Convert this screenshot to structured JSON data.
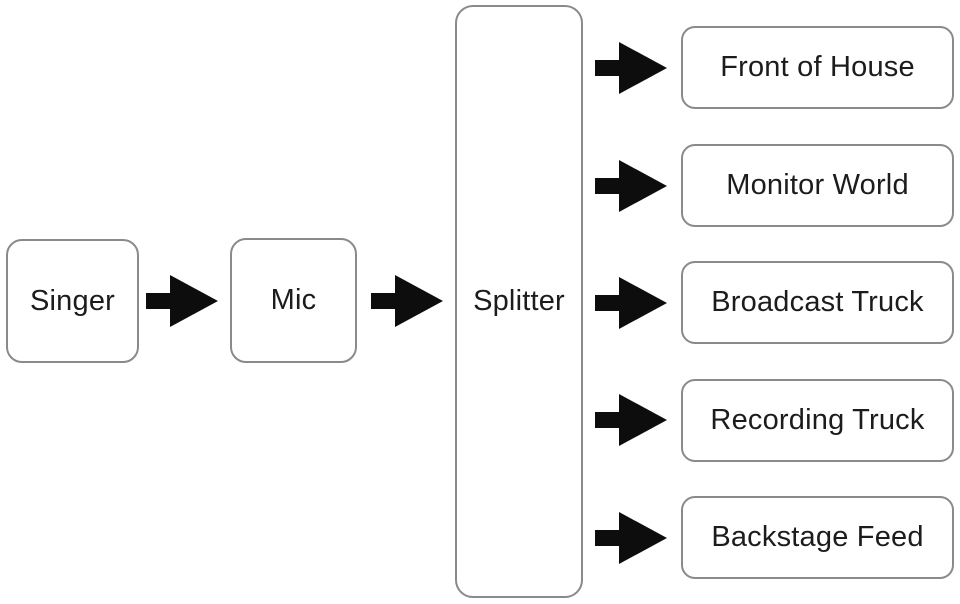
{
  "colors": {
    "bg": "#ffffff",
    "node-fill": "#ffffff",
    "node-border": "#8a8a8a",
    "text": "#1c1c1c",
    "arrow": "#0d0d0d"
  },
  "diagram": {
    "nodes": {
      "singer": {
        "label": "Singer"
      },
      "mic": {
        "label": "Mic"
      },
      "splitter": {
        "label": "Splitter"
      },
      "outputs": [
        {
          "label": "Front of House"
        },
        {
          "label": "Monitor World"
        },
        {
          "label": "Broadcast Truck"
        },
        {
          "label": "Recording Truck"
        },
        {
          "label": "Backstage Feed"
        }
      ]
    },
    "edges": [
      {
        "from": "Singer",
        "to": "Mic"
      },
      {
        "from": "Mic",
        "to": "Splitter"
      },
      {
        "from": "Splitter",
        "to": "Front of House"
      },
      {
        "from": "Splitter",
        "to": "Monitor World"
      },
      {
        "from": "Splitter",
        "to": "Broadcast Truck"
      },
      {
        "from": "Splitter",
        "to": "Recording Truck"
      },
      {
        "from": "Splitter",
        "to": "Backstage Feed"
      }
    ]
  }
}
